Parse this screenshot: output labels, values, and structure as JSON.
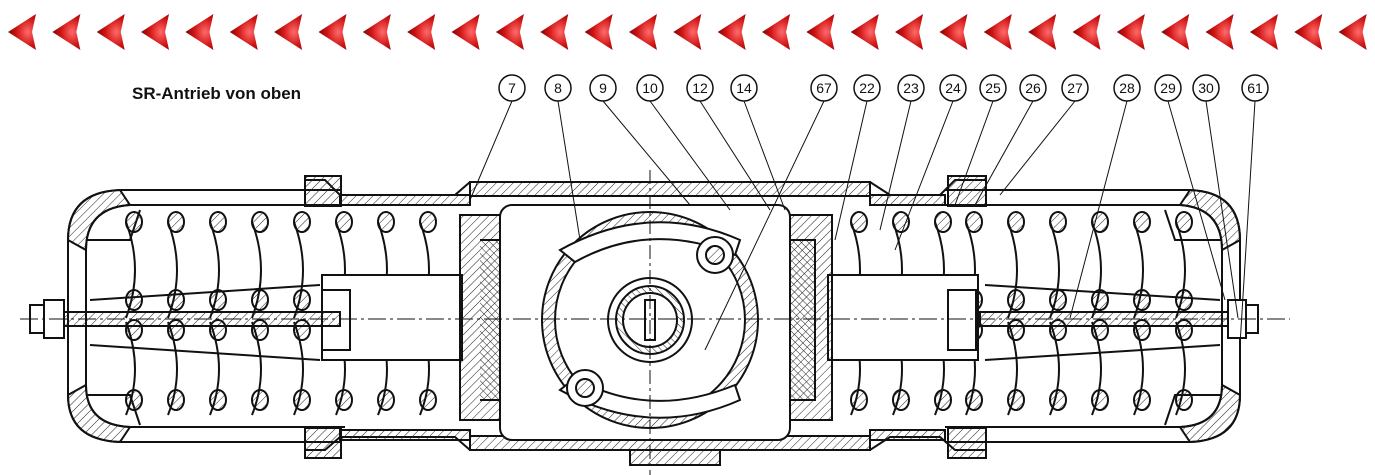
{
  "title": "SR-Antrieb von oben",
  "nav_arrows": {
    "count": 31,
    "color_outer": "#d01414",
    "color_inner": "#ff6a6a",
    "direction": "left"
  },
  "callouts": [
    "7",
    "8",
    "9",
    "10",
    "12",
    "14",
    "67",
    "22",
    "23",
    "24",
    "25",
    "26",
    "27",
    "28",
    "29",
    "30",
    "61"
  ]
}
